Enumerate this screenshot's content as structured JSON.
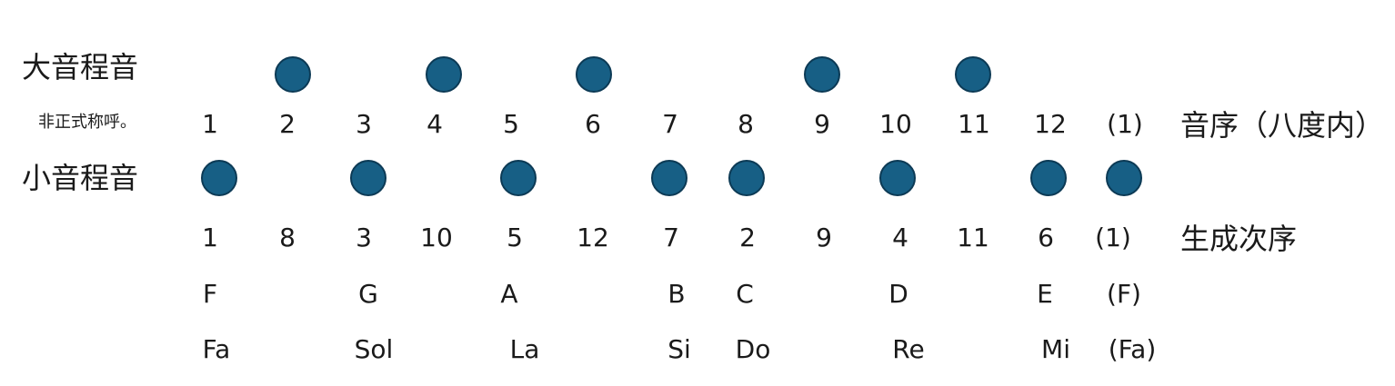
{
  "labels": {
    "major": "大音程音",
    "note_small": "非正式称呼。",
    "minor": "小音程音",
    "order_label": "音序（八度内）",
    "gen_label": "生成次序"
  },
  "order_numbers": [
    "1",
    "2",
    "3",
    "4",
    "5",
    "6",
    "7",
    "8",
    "9",
    "10",
    "11",
    "12",
    "(1)"
  ],
  "major_dot_positions": [
    "2",
    "4",
    "6",
    "9",
    "11"
  ],
  "minor_dot_positions": [
    "1",
    "3",
    "5",
    "7",
    "8",
    "10",
    "12",
    "(1)"
  ],
  "generation_numbers": [
    "1",
    "8",
    "3",
    "10",
    "5",
    "12",
    "7",
    "2",
    "9",
    "4",
    "11",
    "6",
    "(1)"
  ],
  "letter_names": [
    "F",
    "",
    "G",
    "",
    "A",
    "",
    "B",
    "C",
    "",
    "D",
    "",
    "E",
    "(F)"
  ],
  "solfege": [
    "Fa",
    "",
    "Sol",
    "",
    "La",
    "",
    "Si",
    "Do",
    "",
    "Re",
    "",
    "Mi",
    "(Fa)"
  ],
  "colors": {
    "dot_fill": "#175f85",
    "dot_border": "#0c3a55"
  }
}
